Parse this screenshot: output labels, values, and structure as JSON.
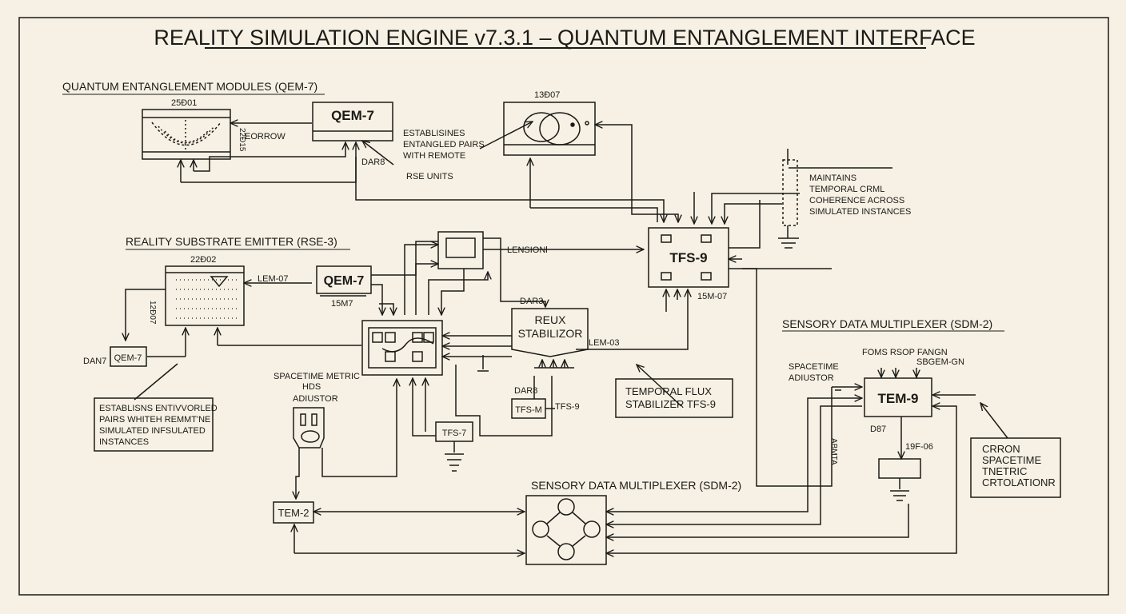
{
  "title": "REALITY SIMULATION ENGINE v7.3.1 – QUANTUM ENTANGLEMENT INTERFACE",
  "sections": {
    "qem": "QUANTUM ENTANGLEMENT MODULES (QEM-7)",
    "rse": "REALITY SUBSTRATE EMITTER (RSE-3)",
    "sdm_right": "SENSORY DATA MULTIPLEXER (SDM-2)",
    "sdm_bottom": "SENSORY DATA MULTIPLEXER (SDM-2)"
  },
  "components": {
    "qem_main": "QEM-7",
    "qem_mid": "QEM-7",
    "qem_small": "QEM-7",
    "tfs9": "TFS-9",
    "tem9": "TEM-9",
    "tem2": "TEM-2",
    "tfs7": "TFS-7",
    "tfsm": "TFS-M",
    "stabilizer_line1": "REUX",
    "stabilizer_line2": "STABILIZOR"
  },
  "labels": {
    "n25": "25Ð01",
    "n13": "13Ð07",
    "n22": "22Ð02",
    "eorrow": "EORROW",
    "vert_qem": "22Ð15",
    "dars_top": "DAR8",
    "rse_units": "RSE UNITS",
    "estab_l1": "ESTABLISINES",
    "estab_l2": "ENTANGLED PAIRS",
    "estab_l3": "WITH REMOTE",
    "maint_l1": "MAINTAINS",
    "maint_l2": "TEMPORAL CRML",
    "maint_l3": "COHERENCE ACROSS",
    "maint_l4": "SIMULATED INSTANCES",
    "lensionl": "LENSIONl",
    "lem07": "LEM-07",
    "m157": "15M7",
    "vert_rse": "12Ð07",
    "dant": "DAN7",
    "dar3": "DAR3",
    "lem03": "LEM-03",
    "m1507": "15M-07",
    "spm_l1": "SPACETIME METRIC",
    "spm_l2": "HDS",
    "spm_l3": "ADIUSTOR",
    "dars_mid": "DAR8",
    "tfs9_side": "TFS-9",
    "tfx_l1": "TEMPORAL FLUX",
    "tfx_l2": "STABILIZER TFS-9",
    "ent_l1": "ESTABLISNS ENTIVVORLED",
    "ent_l2": "PAIRS WHITEH REMMT'NE",
    "ent_l3": "SIMULATED INFSULATED",
    "ent_l4": "INSTANCES",
    "foms": "FOMS RSOP FANGN",
    "sbgem": "SBGEM-GN",
    "spadj_l1": "SPACETIME",
    "spadj_l2": "ADIUSTOR",
    "d87": "D87",
    "g06": "19F-06",
    "vert_tem": "ABMTA",
    "cr_l1": "CRRON",
    "cr_l2": "SPACETIME",
    "cr_l3": "TNETRIC",
    "cr_l4": "CRTOLATIONR"
  },
  "colors": {
    "background": "#f6f1e4",
    "ink": "#1c1a17"
  }
}
